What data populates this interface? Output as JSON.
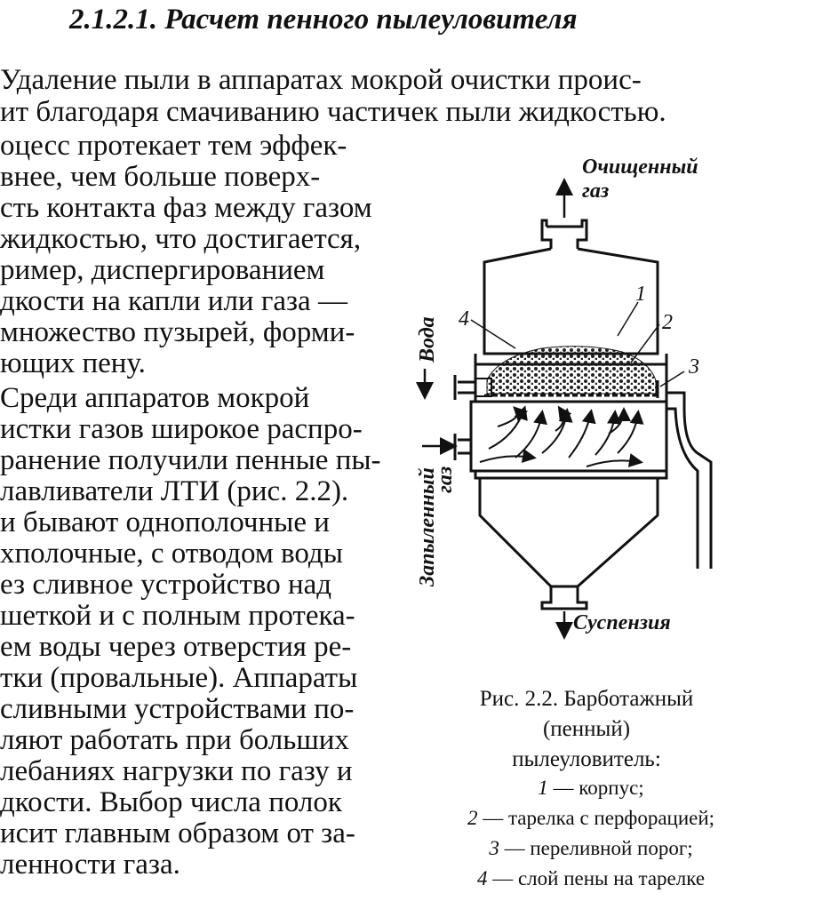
{
  "heading": "2.1.2.1. Расчет пенного пылеуловителя",
  "body_lines": [
    "Удаление пыли в аппаратах мокрой очистки проис-",
    "ит благодаря смачиванию частичек пыли жидкостью.",
    "оцесс протекает тем эффек-",
    "внее, чем больше поверх-",
    "сть контакта фаз между газом",
    "жидкостью, что достигается,",
    "ример, диспергированием",
    "дкости на капли или газа —",
    "множество пузырей, форми-",
    "ющих пену.",
    "Среди аппаратов мокрой",
    "истки газов широкое распро-",
    "ранение получили пенные пы-",
    "лавливатели ЛТИ (рис. 2.2).",
    "и бывают однополочные и",
    "хполочные, с отводом воды",
    "ез сливное устройство над",
    "шеткой и с полным протека-",
    "ем воды через отверстия ре-",
    "тки (провальные). Аппараты",
    "сливными устройствами по-",
    "ляют работать при больших",
    "лебаниях нагрузки по газу и",
    "дкости. Выбор числа полок",
    "исит главным образом от за-",
    "ленности газа."
  ],
  "figure": {
    "label_clean_gas_1": "Очищенный",
    "label_clean_gas_2": "газ",
    "label_water": "Вода",
    "label_dusty_gas_1": "Запыленный",
    "label_dusty_gas_2": "газ",
    "label_suspension": "Суспензия",
    "n1": "1",
    "n2": "2",
    "n3": "3",
    "n4": "4"
  },
  "caption": {
    "line1": "Рис. 2.2. Барботажный",
    "line2": "(пенный)",
    "line3": "пылеуловитель:"
  },
  "legend": [
    {
      "n": "1",
      "text": " — корпус;"
    },
    {
      "n": "2",
      "text": " — тарелка с перфорацией;"
    },
    {
      "n": "3",
      "text": " — переливной порог;"
    },
    {
      "n": "4",
      "text": " — слой пены на тарелке"
    }
  ]
}
